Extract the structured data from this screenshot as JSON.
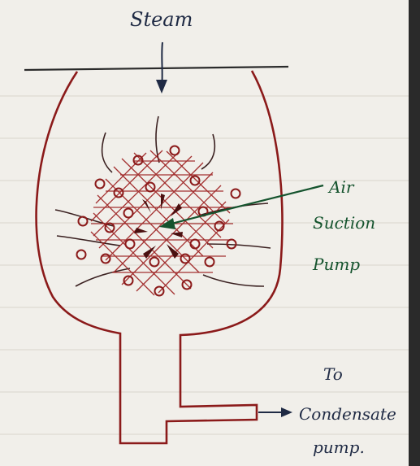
{
  "labels": {
    "steam": "Steam",
    "air": "Air",
    "suction": "Suction",
    "pump": "Pump",
    "to": "To",
    "condensate": "Condensate",
    "pump_period": "pump."
  },
  "colors": {
    "paper": "#f1efea",
    "ink_red": "#8b1a1a",
    "ink_green": "#14532d",
    "ink_dark": "#1f2a44"
  }
}
